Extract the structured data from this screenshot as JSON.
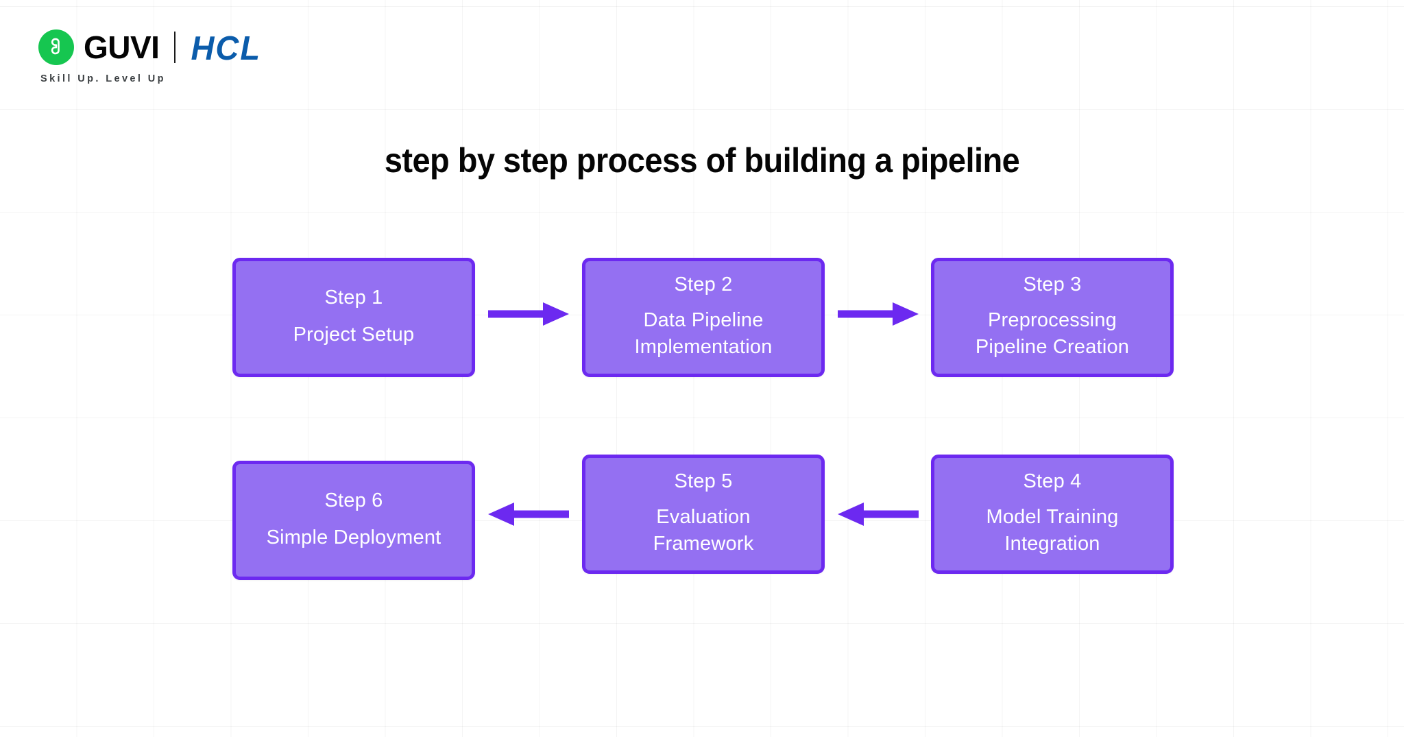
{
  "brand": {
    "logo_icon": "guvi-g-mark-icon",
    "name": "GUVI",
    "partner": "HCL",
    "tagline": "Skill Up. Level Up",
    "colors": {
      "guvi_green": "#16C650",
      "hcl_blue": "#0B5CAB",
      "wordmark_black": "#040404"
    }
  },
  "title": "step by step process of building a pipeline",
  "diagram": {
    "type": "flowchart",
    "layout": "two-row-serpentine",
    "colors": {
      "box_fill": "#9470F2",
      "box_border": "#6C29F0",
      "box_text": "#FFFFFF",
      "arrow": "#6C29F0",
      "background": "#FFFFFF",
      "grid_line": "#F0F0F0"
    },
    "steps": [
      {
        "id": "step-1",
        "head": "Step 1",
        "lines": [
          "Project Setup"
        ]
      },
      {
        "id": "step-2",
        "head": "Step 2",
        "lines": [
          "Data Pipeline",
          "Implementation"
        ]
      },
      {
        "id": "step-3",
        "head": "Step 3",
        "lines": [
          "Preprocessing",
          "Pipeline Creation"
        ]
      },
      {
        "id": "step-4",
        "head": "Step 4",
        "lines": [
          "Model Training",
          "Integration"
        ]
      },
      {
        "id": "step-5",
        "head": "Step 5",
        "lines": [
          "Evaluation",
          "Framework"
        ]
      },
      {
        "id": "step-6",
        "head": "Step 6",
        "lines": [
          "Simple Deployment"
        ]
      }
    ],
    "connectors": [
      {
        "id": "arrow-1-2",
        "from": "step-1",
        "to": "step-2",
        "direction": "right"
      },
      {
        "id": "arrow-2-3",
        "from": "step-2",
        "to": "step-3",
        "direction": "right"
      },
      {
        "id": "arrow-4-5",
        "from": "step-4",
        "to": "step-5",
        "direction": "left"
      },
      {
        "id": "arrow-5-6",
        "from": "step-5",
        "to": "step-6",
        "direction": "left"
      }
    ]
  }
}
